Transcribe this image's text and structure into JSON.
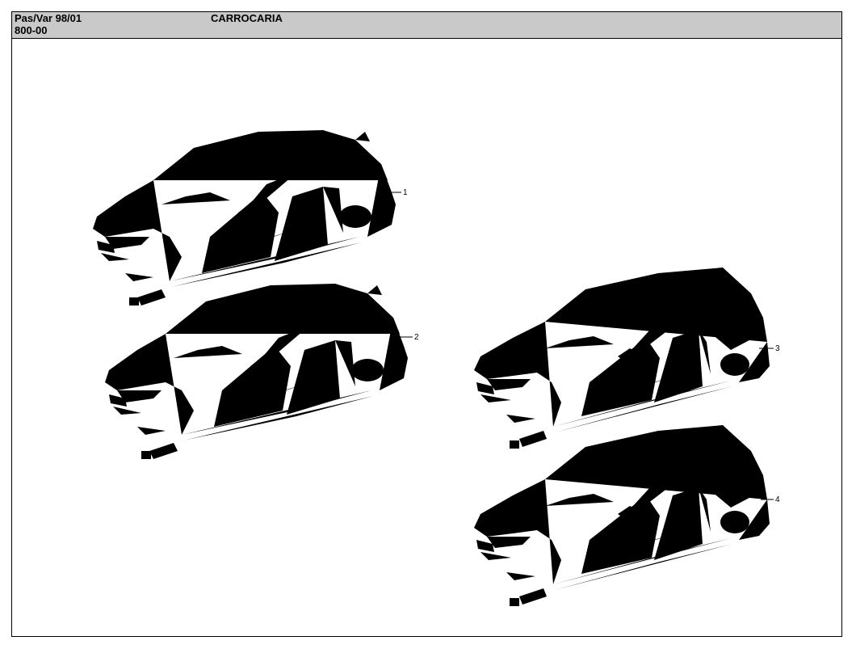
{
  "header": {
    "model": "Pas/Var 98/01",
    "code": "800-00",
    "title": "CARROCARIA"
  },
  "callouts": [
    {
      "label": "1"
    },
    {
      "label": "2"
    },
    {
      "label": "3"
    },
    {
      "label": "4"
    }
  ],
  "illustrations": [
    {
      "name": "sedan-body-shell",
      "sunroof": false
    },
    {
      "name": "sedan-body-shell-sunroof",
      "sunroof": true
    },
    {
      "name": "variant-body-shell",
      "sunroof": false
    },
    {
      "name": "variant-body-shell-sunroof",
      "sunroof": true
    }
  ]
}
